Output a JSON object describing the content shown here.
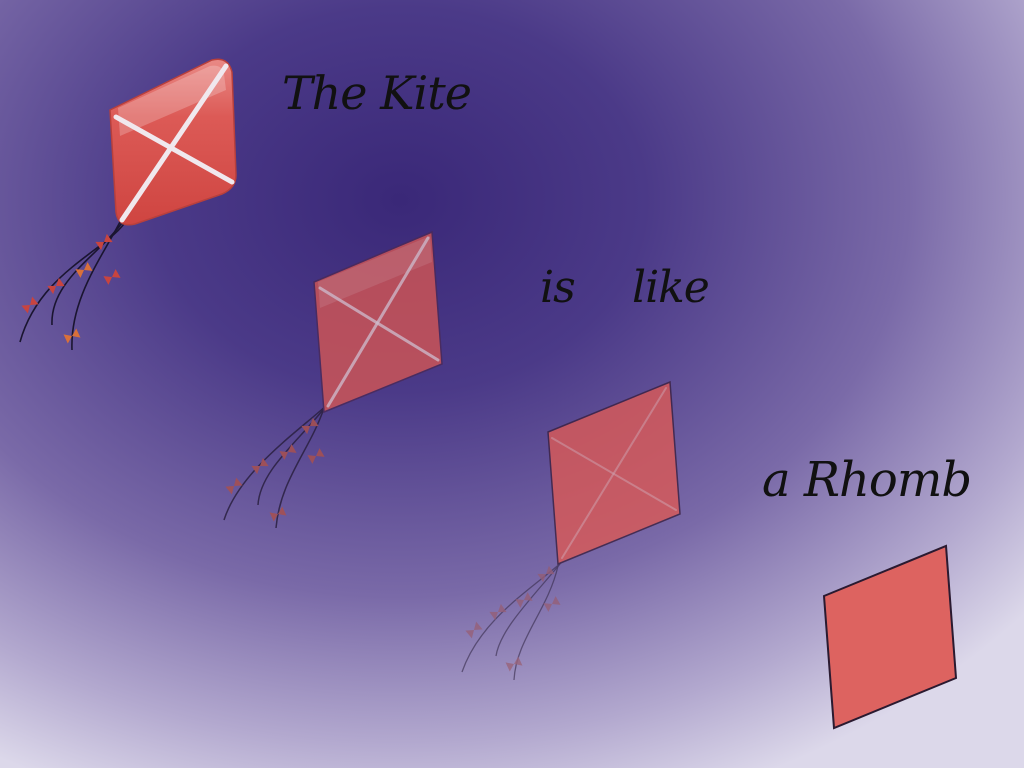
{
  "captions": {
    "title": "The Kite",
    "is": "is",
    "like": "like",
    "rhomb": "a Rhomb"
  },
  "colors": {
    "background_center": "#3a2878",
    "background_edge": "#dcd8ea",
    "kite_red": "#d94f4c",
    "rhomb_red": "#dd6360",
    "cross_spar": "#f0e8ee",
    "bow": "#c8443f",
    "bow_orange": "#d9703a",
    "tail_line": "#1a1530"
  },
  "icons": [
    "kite-icon",
    "rhombus-shape"
  ]
}
